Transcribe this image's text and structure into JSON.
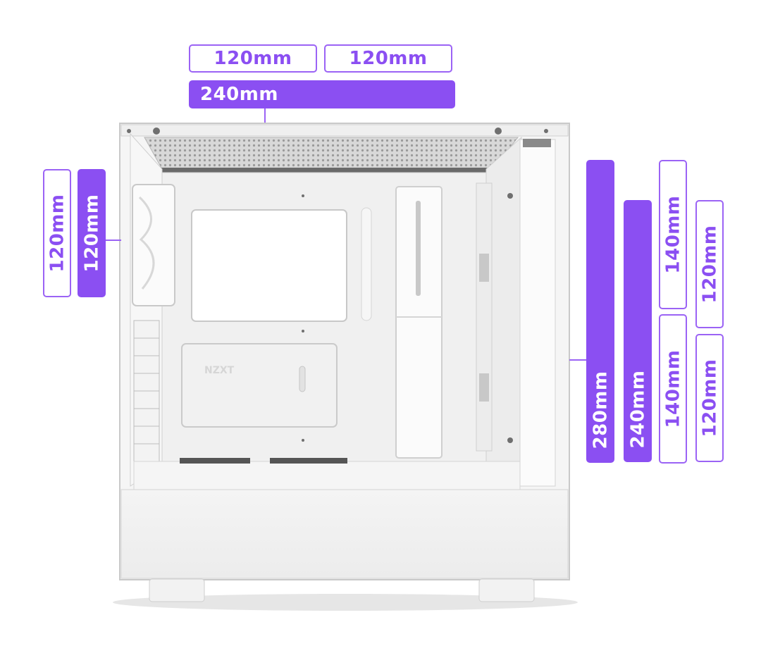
{
  "accent_color": "#8b4ff2",
  "top": {
    "fan_a": "120mm",
    "fan_b": "120mm",
    "radiator": "240mm"
  },
  "rear": {
    "fan_outline": "120mm",
    "fan_filled": "120mm"
  },
  "front": {
    "radiator_280": "280mm",
    "radiator_240": "240mm",
    "fan_140_top": "140mm",
    "fan_140_bottom": "140mm",
    "fan_120_top": "120mm",
    "fan_120_bottom": "120mm"
  },
  "case_logo": "NZXT"
}
